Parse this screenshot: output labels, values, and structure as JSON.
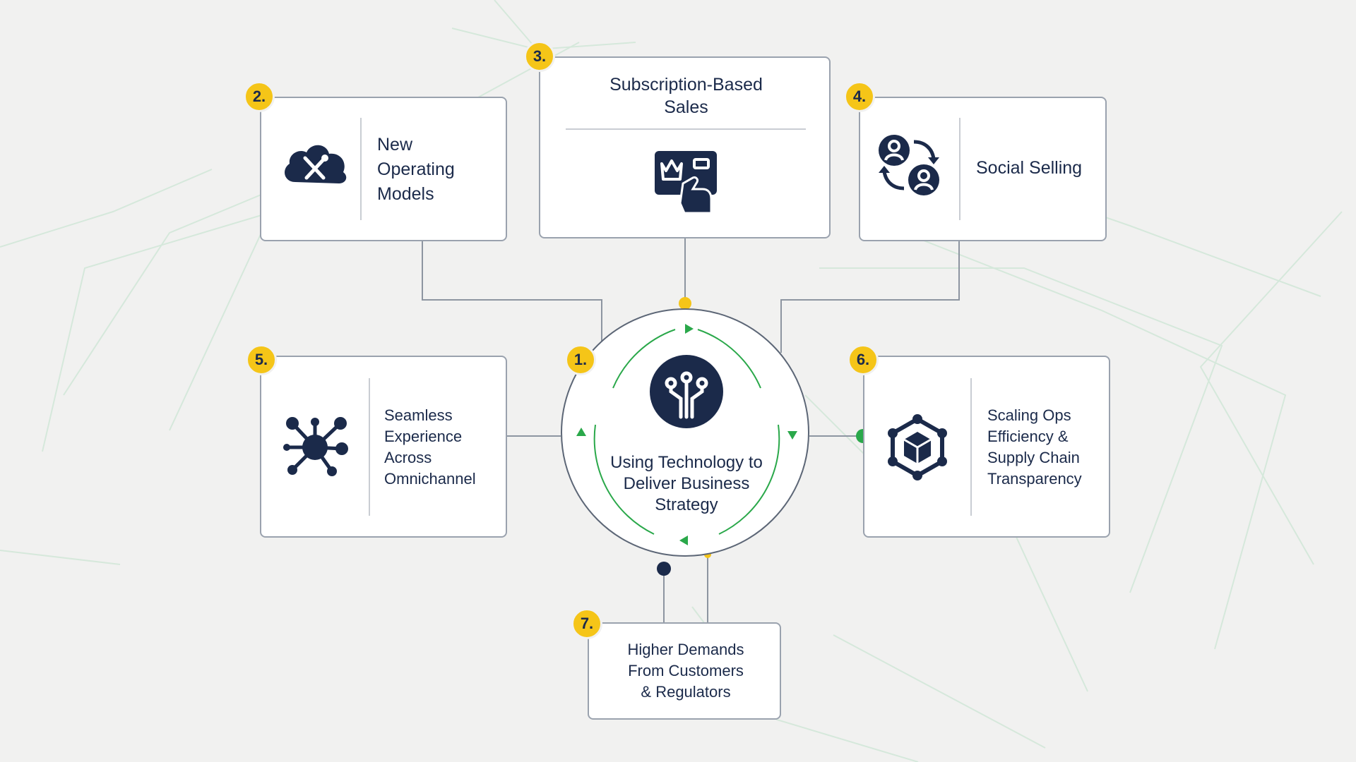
{
  "colors": {
    "navy": "#1b2a4a",
    "badge_yellow": "#f5c518",
    "accent_green": "#2aa84a",
    "connector_gray": "#8d95a1",
    "background": "#f1f1f0"
  },
  "center": {
    "number": "1.",
    "label": "Using Technology to\nDeliver Business\nStrategy",
    "icon": "circuit-icon"
  },
  "nodes": [
    {
      "number": "2.",
      "label": "New\nOperating\nModels",
      "icon": "cloud-tools-icon"
    },
    {
      "number": "3.",
      "label": "Subscription-Based\nSales",
      "icon": "subscription-card-icon"
    },
    {
      "number": "4.",
      "label": "Social Selling",
      "icon": "user-exchange-icon"
    },
    {
      "number": "5.",
      "label": "Seamless\nExperience\nAcross\nOmnichannel",
      "icon": "network-hub-icon"
    },
    {
      "number": "6.",
      "label": "Scaling Ops\nEfficiency  &\nSupply Chain\nTransparency",
      "icon": "cube-network-icon"
    },
    {
      "number": "7.",
      "label": "Higher Demands\nFrom Customers\n& Regulators"
    }
  ]
}
